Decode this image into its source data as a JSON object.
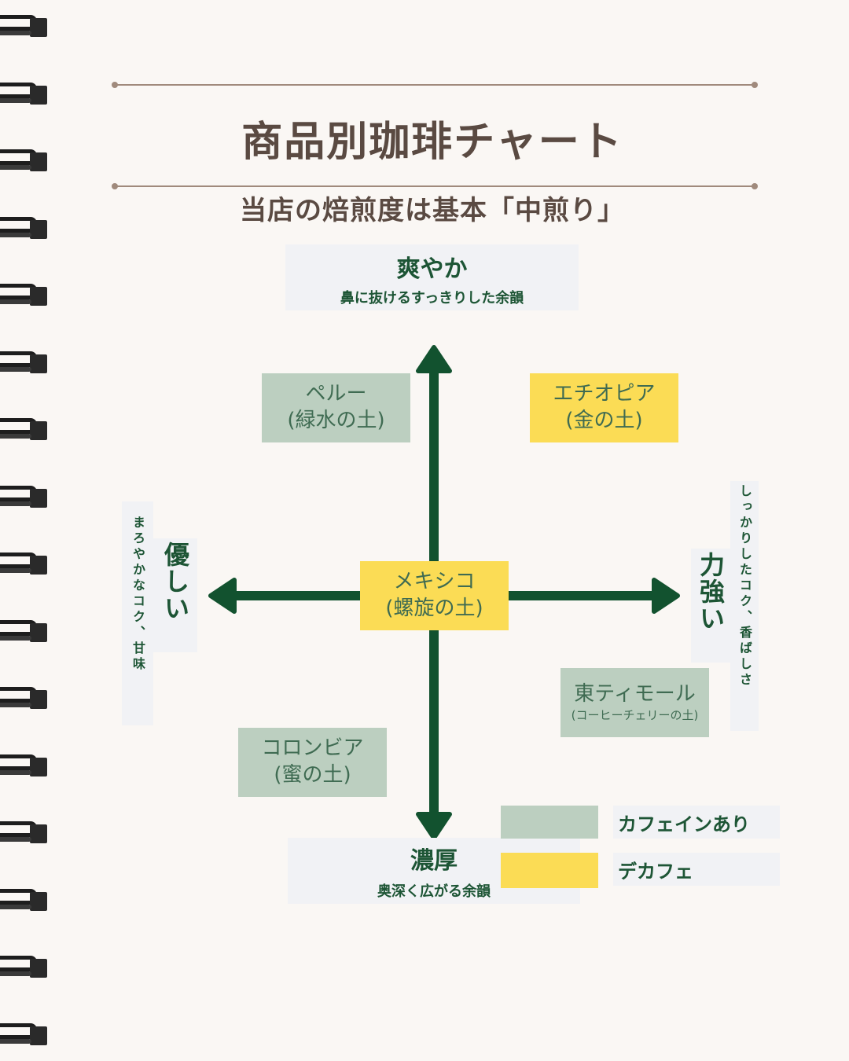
{
  "title": "商品別珈琲チャート",
  "subtitle": "当店の焙煎度は基本「中煎り」",
  "axes": {
    "top": {
      "label": "爽やか",
      "sub": "鼻に抜けるすっきりした余韻"
    },
    "bottom": {
      "label": "濃厚",
      "sub": "奥深く広がる余韻"
    },
    "left": {
      "label": "優しい",
      "sub": "まろやかなコク、甘味"
    },
    "right": {
      "label": "力強い",
      "sub": "しっかりしたコク、香ばしさ"
    }
  },
  "products": [
    {
      "name": "ペルー",
      "origin": "(緑水の土)",
      "type": "caffeine"
    },
    {
      "name": "エチオピア",
      "origin": "(金の土)",
      "type": "decaf"
    },
    {
      "name": "メキシコ",
      "origin": "(螺旋の土)",
      "type": "decaf"
    },
    {
      "name": "東ティモール",
      "origin": "(コーヒーチェリーの土)",
      "type": "caffeine"
    },
    {
      "name": "コロンビア",
      "origin": "(蜜の土)",
      "type": "caffeine"
    }
  ],
  "legend": [
    {
      "label": "カフェインあり",
      "color": "#bccfc0"
    },
    {
      "label": "デカフェ",
      "color": "#fbdc55"
    }
  ],
  "colors": {
    "accent": "#1d5535",
    "title": "#5a4a42",
    "caffeine": "#bccfc0",
    "decaf": "#fbdc55"
  }
}
